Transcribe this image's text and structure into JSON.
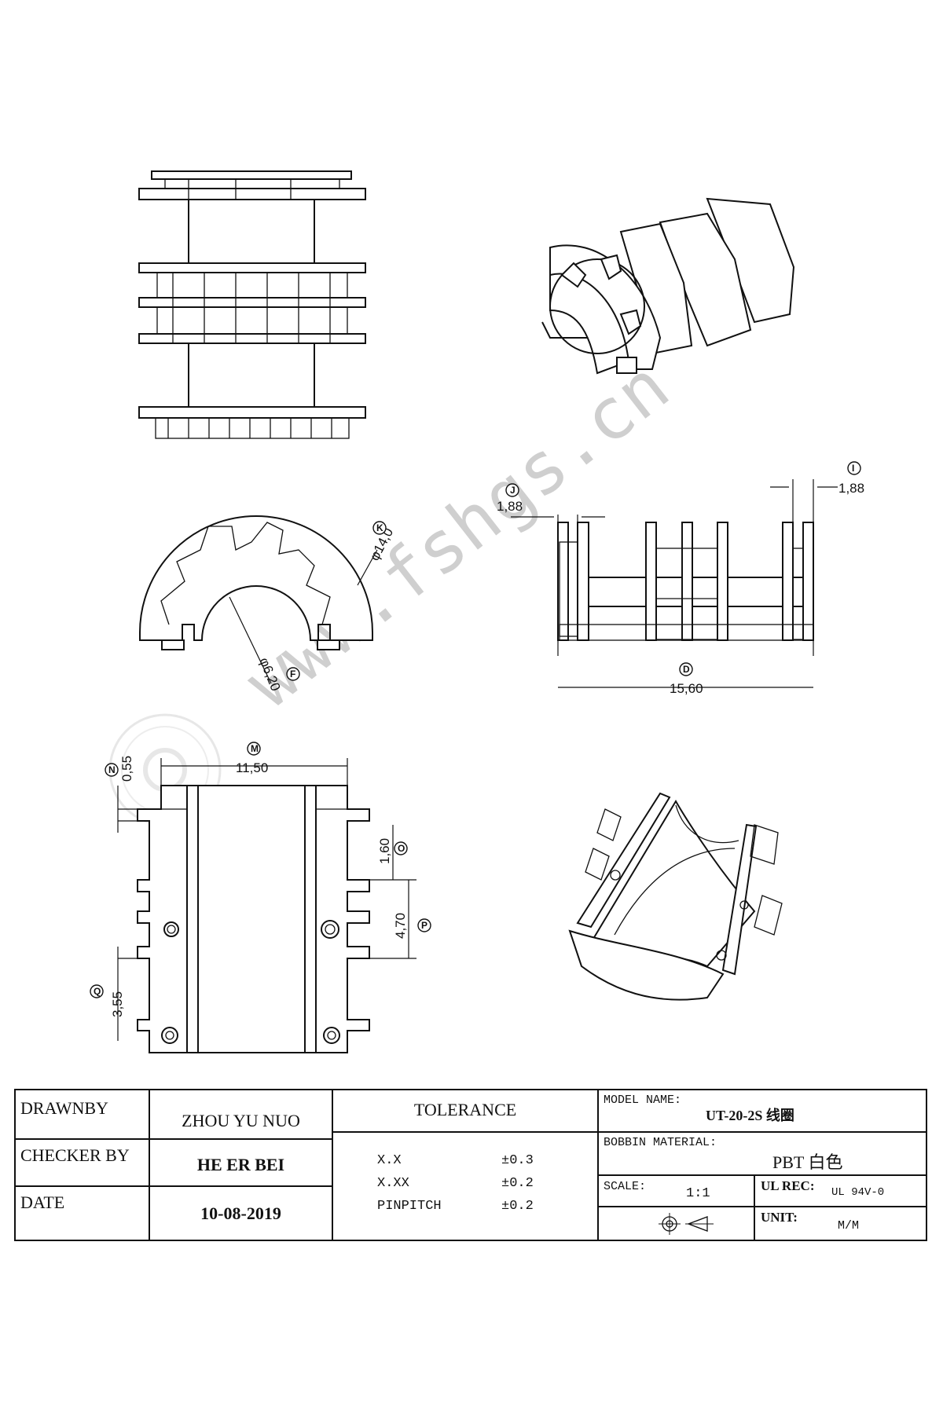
{
  "watermark": "www.fshgs.cn",
  "views": {
    "top_view": {
      "id": "top-view"
    },
    "iso_top": {
      "id": "iso-top"
    },
    "front_view": {
      "labels": [
        {
          "letter": "K",
          "value": "φ14,0"
        },
        {
          "letter": "F",
          "value": "φ6,20"
        }
      ]
    },
    "side_view": {
      "labels": [
        {
          "letter": "J",
          "value": "1,88"
        },
        {
          "letter": "I",
          "value": "1,88"
        },
        {
          "letter": "D",
          "value": "15,60"
        }
      ]
    },
    "bottom_view": {
      "labels": [
        {
          "letter": "N",
          "value": "0,55"
        },
        {
          "letter": "M",
          "value": "11,50"
        },
        {
          "letter": "O",
          "value": "1,60"
        },
        {
          "letter": "P",
          "value": "4,70"
        },
        {
          "letter": "Q",
          "value": "3,55"
        }
      ]
    }
  },
  "title_block": {
    "drawn_by_label": "DRAWNBY",
    "drawn_by_value": "ZHOU YU NUO",
    "checker_label": "CHECKER BY",
    "checker_value": "HE ER BEI",
    "date_label": "DATE",
    "date_value": "10-08-2019",
    "tolerance_label": "TOLERANCE",
    "tolerances": [
      {
        "name": "X.X",
        "value": "±0.3"
      },
      {
        "name": "X.XX",
        "value": "±0.2"
      },
      {
        "name": "PINPITCH",
        "value": "±0.2"
      }
    ],
    "model_label": "MODEL NAME:",
    "model_value": "UT-20-2S 线圈",
    "material_label": "BOBBIN MATERIAL:",
    "material_value": "PBT 白色",
    "scale_label": "SCALE:",
    "scale_value": "1:1",
    "ul_label": "UL REC:",
    "ul_value": "UL 94V-0",
    "unit_label": "UNIT:",
    "unit_value": "M/M",
    "projection_symbol": "first-angle-projection-icon"
  }
}
